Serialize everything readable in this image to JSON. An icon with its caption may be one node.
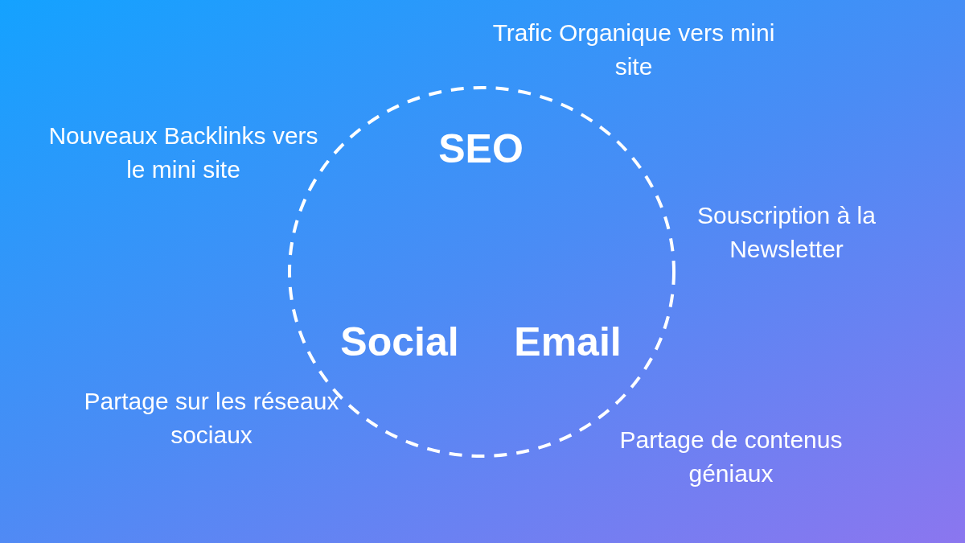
{
  "diagram": {
    "nodes": [
      {
        "text": [
          "SEO",
          "Social",
          "Email"
        ]
      }
    ],
    "edges": [],
    "labels": [
      "Trafic Organique vers mini site",
      "Nouveaux Backlinks vers le mini site",
      "Souscription à la Newsletter",
      "Partage sur les réseaux sociaux",
      "Partage de contenus géniaux"
    ]
  }
}
